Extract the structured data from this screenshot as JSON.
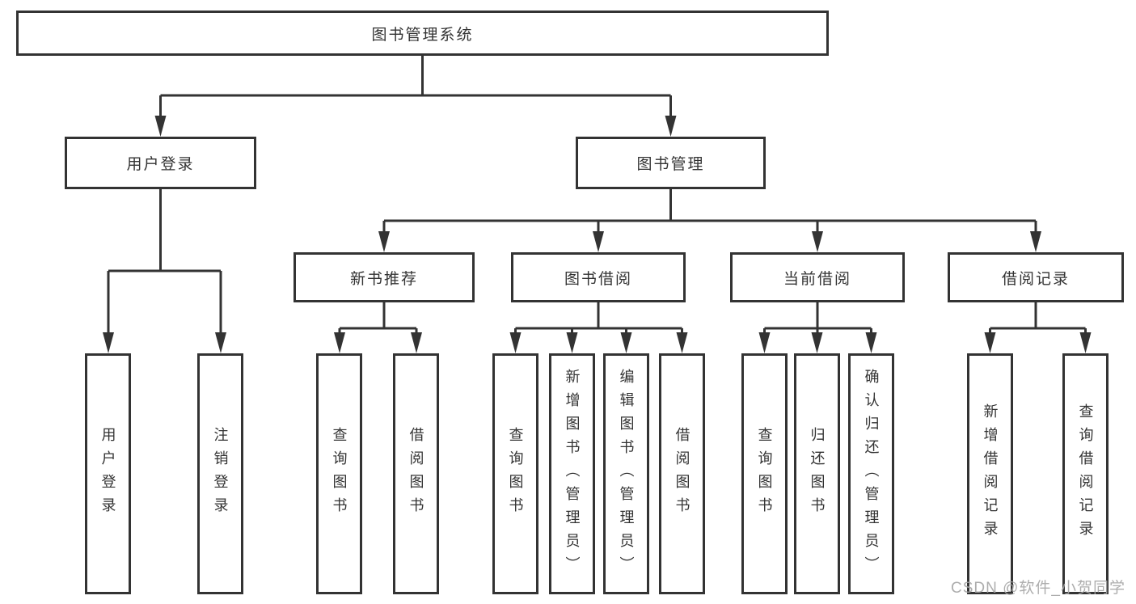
{
  "colors": {
    "line": "#333333",
    "box_border": "#333333",
    "text": "#333333",
    "background": "#ffffff",
    "watermark": "#a4a4a4"
  },
  "watermark": {
    "text": "CSDN @软件_小贺同学"
  },
  "tree": {
    "label": "图书管理系统",
    "children": [
      {
        "label": "用户登录",
        "children": [
          {
            "label": "用户登录"
          },
          {
            "label": "注销登录"
          }
        ]
      },
      {
        "label": "图书管理",
        "children": [
          {
            "label": "新书推荐",
            "children": [
              {
                "label": "查询图书"
              },
              {
                "label": "借阅图书"
              }
            ]
          },
          {
            "label": "图书借阅",
            "children": [
              {
                "label": "查询图书"
              },
              {
                "label": "新增图书（管理员）"
              },
              {
                "label": "编辑图书（管理员）"
              },
              {
                "label": "借阅图书"
              }
            ]
          },
          {
            "label": "当前借阅",
            "children": [
              {
                "label": "查询图书"
              },
              {
                "label": "归还图书"
              },
              {
                "label": "确认归还（管理员）"
              }
            ]
          },
          {
            "label": "借阅记录",
            "children": [
              {
                "label": "新增借阅记录"
              },
              {
                "label": "查询借阅记录"
              }
            ]
          }
        ]
      }
    ]
  }
}
